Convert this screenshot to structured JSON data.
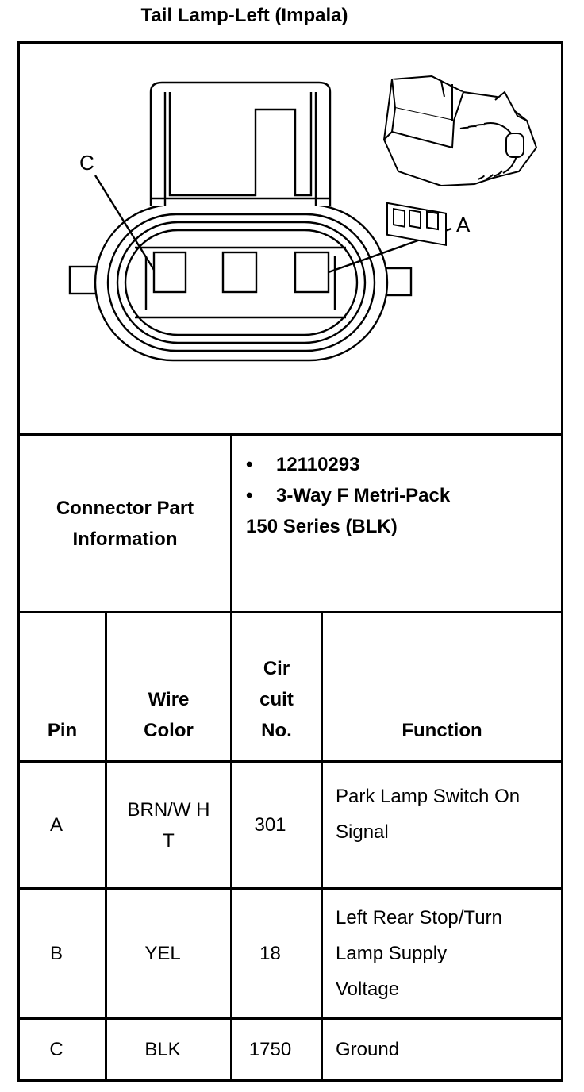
{
  "title": "Tail Lamp-Left (Impala)",
  "diagram": {
    "pin_labels": {
      "c": "C",
      "a": "A"
    }
  },
  "connector_part_info": {
    "label": "Connector Part Information",
    "items": [
      "12110293",
      "3-Way F Metri-Pack"
    ],
    "continuation": "150 Series (BLK)"
  },
  "table": {
    "headers": {
      "pin": "Pin",
      "wire_color": "Wire Color",
      "circuit_no": "Cir cuit No.",
      "function": "Function"
    },
    "rows": [
      {
        "pin": "A",
        "wire_color": "BRN/W HT",
        "circuit": "301",
        "function": "Park Lamp Switch On Signal"
      },
      {
        "pin": "B",
        "wire_color": "YEL",
        "circuit": "18",
        "function": "Left Rear Stop/Turn Lamp Supply Voltage"
      },
      {
        "pin": "C",
        "wire_color": "BLK",
        "circuit": "1750",
        "function": "Ground"
      }
    ]
  }
}
